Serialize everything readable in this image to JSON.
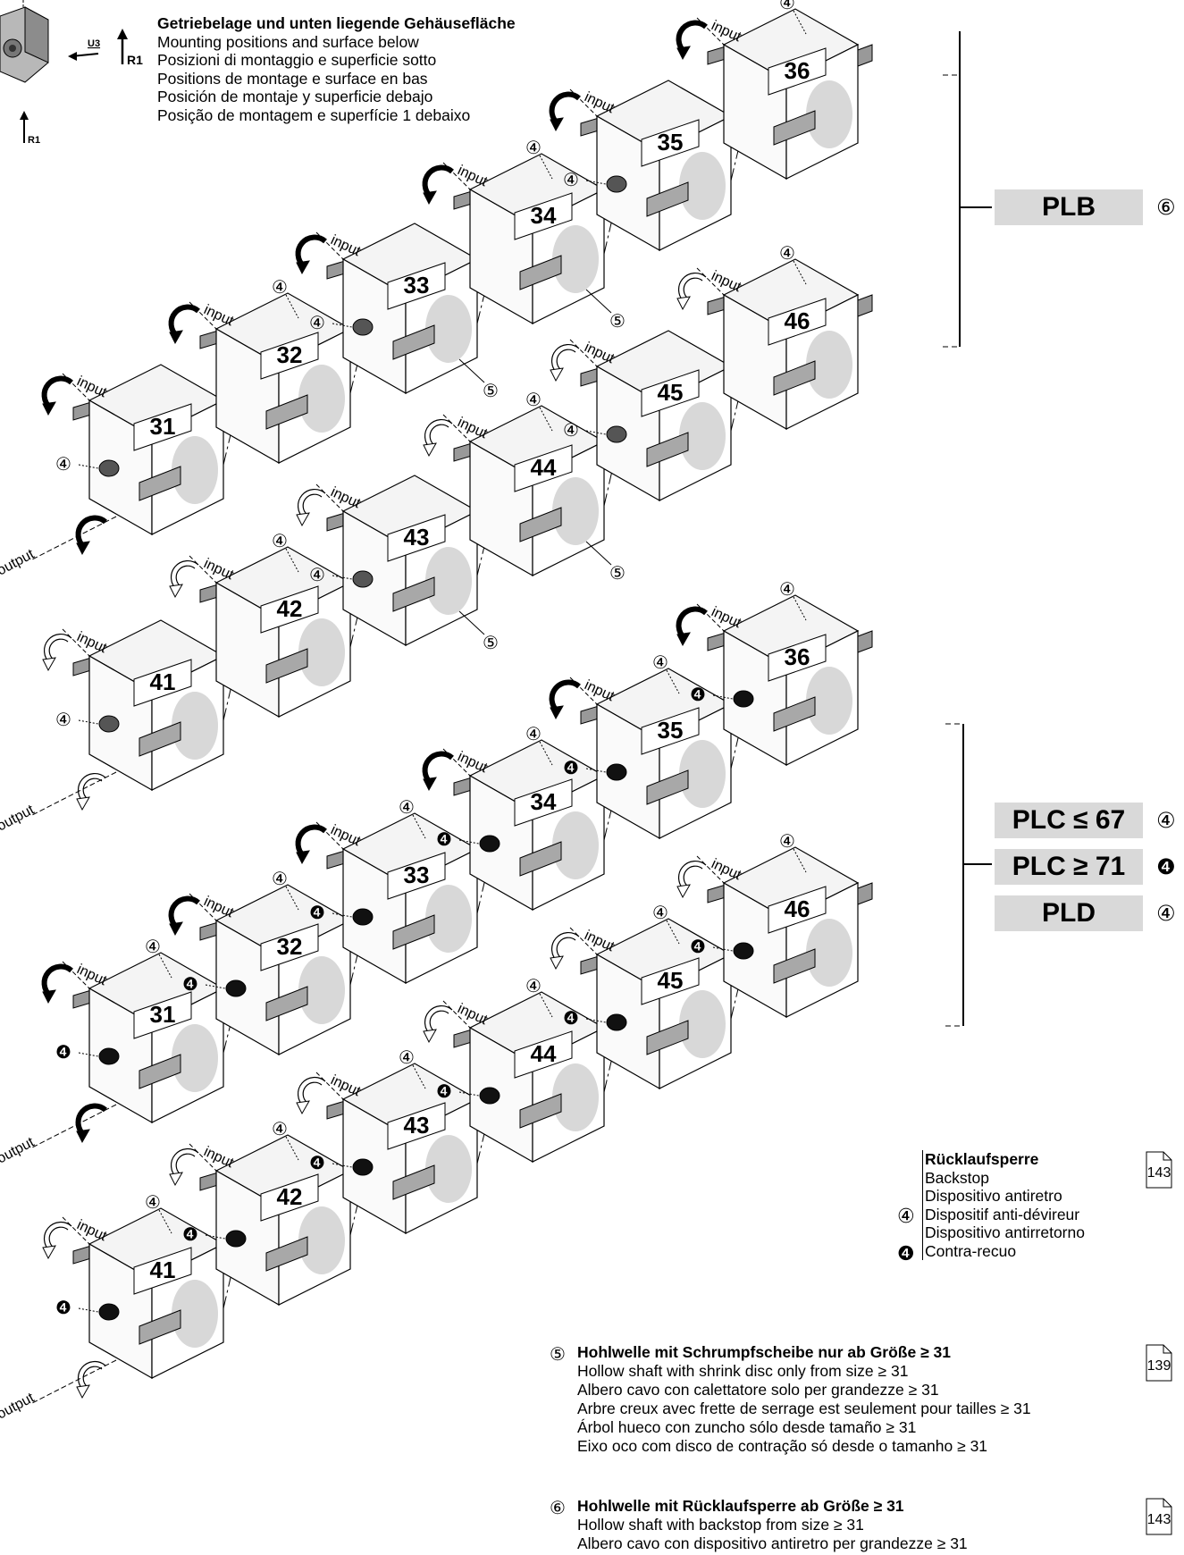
{
  "header": {
    "lines": [
      "Getriebelage und unten liegende Gehäusefläche",
      "Mounting positions and surface below",
      "Posizioni di montaggio e superficie sotto",
      "Positions de montage e surface en bas",
      "Posición de montaje y superficie debajo",
      "Posição de montagem e superfície 1 debaixo"
    ],
    "icon_labels": {
      "u3": "U3",
      "r1_big": "R1",
      "r1_small": "R1"
    }
  },
  "labels": {
    "input": "input",
    "output": "output"
  },
  "markers": {
    "backstop": "④",
    "backstop_solid": "❹",
    "hollow": "⑤",
    "note6": "⑥"
  },
  "upper_group": {
    "label": "PLB",
    "marker": "⑥",
    "units": [
      {
        "num": "31"
      },
      {
        "num": "32"
      },
      {
        "num": "33"
      },
      {
        "num": "34"
      },
      {
        "num": "35"
      },
      {
        "num": "36"
      },
      {
        "num": "41"
      },
      {
        "num": "42"
      },
      {
        "num": "43"
      },
      {
        "num": "44"
      },
      {
        "num": "45"
      },
      {
        "num": "46"
      }
    ]
  },
  "lower_group": {
    "labels": [
      {
        "text": "PLC ≤ 67",
        "marker": "④"
      },
      {
        "text": "PLC ≥ 71",
        "marker": "❹"
      },
      {
        "text": "PLD",
        "marker": "④"
      }
    ],
    "units": [
      {
        "num": "31"
      },
      {
        "num": "32"
      },
      {
        "num": "33"
      },
      {
        "num": "34"
      },
      {
        "num": "35"
      },
      {
        "num": "36"
      },
      {
        "num": "41"
      },
      {
        "num": "42"
      },
      {
        "num": "43"
      },
      {
        "num": "44"
      },
      {
        "num": "45"
      },
      {
        "num": "46"
      }
    ]
  },
  "legend": {
    "lines": [
      "Rücklaufsperre",
      "Backstop",
      "Dispositivo antiretro",
      "Dispositif anti-dévireur",
      "Dispositivo antirretorno",
      "Contra-recuo"
    ],
    "page": "143"
  },
  "note5": {
    "marker": "⑤",
    "lines": [
      "Hohlwelle mit Schrumpfscheibe nur ab Größe ≥ 31",
      "Hollow shaft with shrink disc only from size ≥ 31",
      "Albero cavo con calettatore solo per grandezze ≥ 31",
      "Arbre creux avec frette de serrage est seulement pour tailles ≥ 31",
      "Árbol hueco con zuncho sólo desde tamaño ≥ 31",
      "Eixo oco com disco de contração só desde o tamanho ≥ 31"
    ],
    "page": "139"
  },
  "note6": {
    "marker": "⑥",
    "lines": [
      "Hohlwelle mit Rücklaufsperre ab Größe ≥ 31",
      "Hollow shaft with backstop from size ≥ 31",
      "Albero cavo con dispositivo antiretro per grandezze ≥ 31"
    ],
    "page": "143"
  }
}
